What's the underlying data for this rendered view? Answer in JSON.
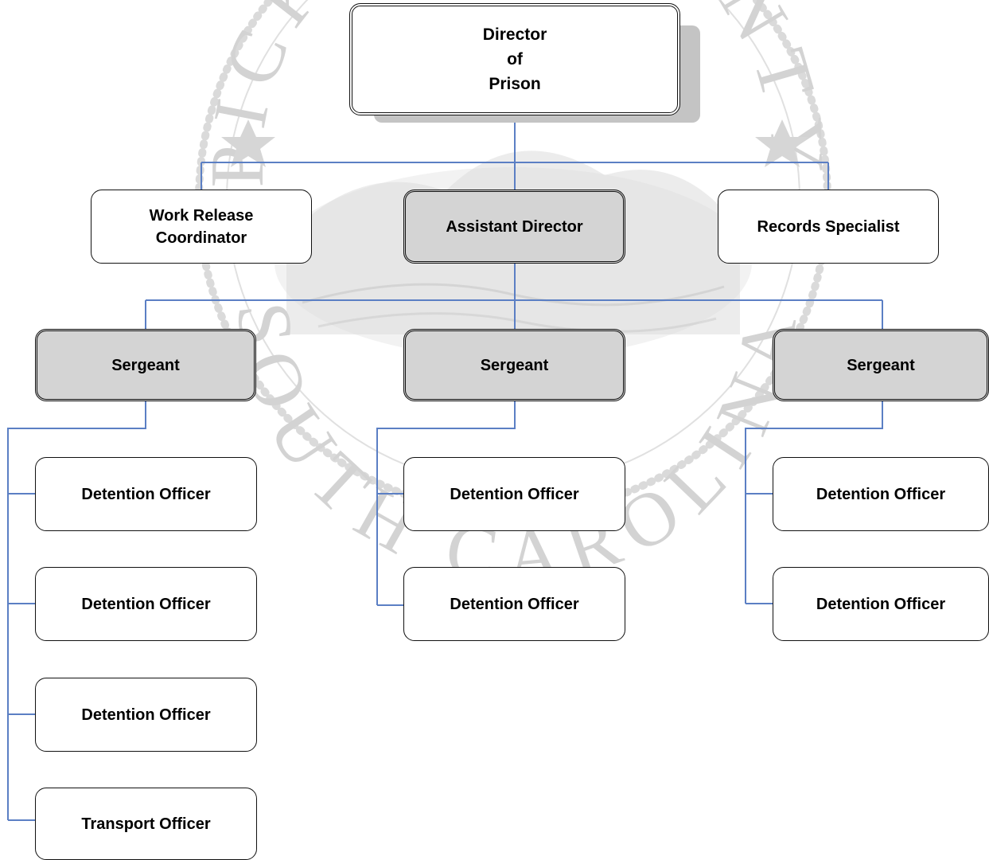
{
  "colors": {
    "connector": "#5b7fc4",
    "gray_box": "#d4d4d4",
    "seal": "#bdbdbd"
  },
  "seal": {
    "top_text": "PICKENS COUNTY",
    "bottom_text": "SOUTH CAROLINA",
    "star_icon": "star-icon"
  },
  "nodes": {
    "director": "Director\nof\nPrison",
    "work_release": "Work Release\nCoordinator",
    "assistant_director": "Assistant Director",
    "records_specialist": "Records Specialist",
    "sergeant_left": "Sergeant",
    "sergeant_mid": "Sergeant",
    "sergeant_right": "Sergeant",
    "left_officers": [
      "Detention Officer",
      "Detention Officer",
      "Detention Officer",
      "Transport Officer"
    ],
    "mid_officers": [
      "Detention Officer",
      "Detention Officer"
    ],
    "right_officers": [
      "Detention Officer",
      "Detention Officer"
    ]
  }
}
